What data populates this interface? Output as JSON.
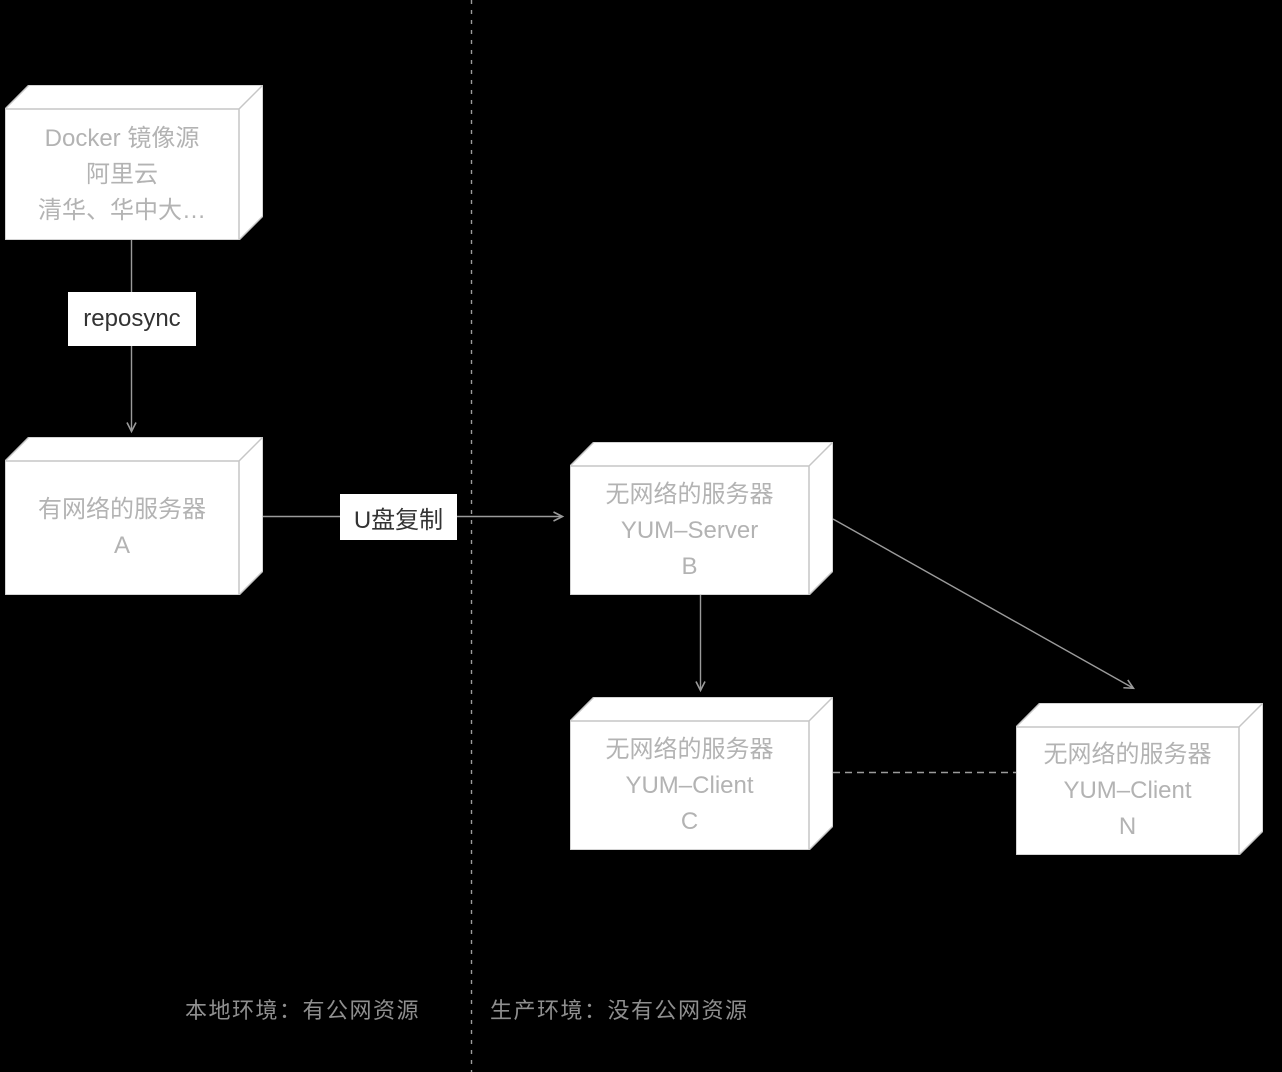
{
  "colors": {
    "background": "#000000",
    "box_fill": "#ffffff",
    "box_border": "#c6c6c6",
    "box_text": "#b3b3b3",
    "line": "#9b9b9b",
    "label_text": "#333333",
    "caption_text": "#8f8f8f"
  },
  "nodes": {
    "docker_source": {
      "lines": [
        "Docker 镜像源",
        "阿里云",
        "清华、华中大…"
      ]
    },
    "server_a": {
      "lines": [
        "有网络的服务器",
        "A"
      ]
    },
    "yum_server_b": {
      "lines": [
        "无网络的服务器",
        "YUM–Server",
        "B"
      ]
    },
    "yum_client_c": {
      "lines": [
        "无网络的服务器",
        "YUM–Client",
        "C"
      ]
    },
    "yum_client_n": {
      "lines": [
        "无网络的服务器",
        "YUM–Client",
        "N"
      ]
    }
  },
  "edge_labels": {
    "reposync": "reposync",
    "usb_copy": "U盘复制"
  },
  "captions": {
    "local": "本地环境：有公网资源",
    "production": "生产环境：没有公网资源"
  }
}
